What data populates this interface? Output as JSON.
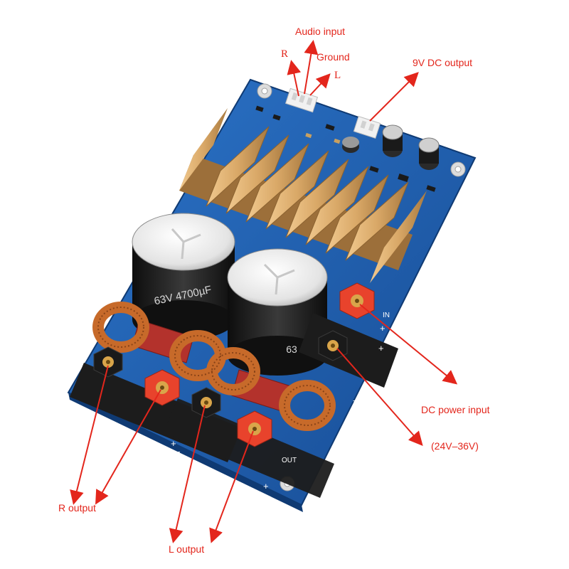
{
  "colors": {
    "annotation": "#e3261c",
    "pcb": "#1f5fb3",
    "heatsink": "#d9a867",
    "capacitor": "#1c1c1c",
    "terminal_red": "#e8432c",
    "terminal_black": "#1a1a1a",
    "coil_copper": "#c76a2a"
  },
  "labels": {
    "audio_input": "Audio input",
    "r_input": "R",
    "ground": "Ground",
    "l_input": "L",
    "dc_output_9v": "9V DC output",
    "dc_power_input": "DC power input",
    "voltage_range": "(24V–36V)",
    "r_output": "R output",
    "l_output": "L output"
  },
  "board_markings": {
    "cap_rating": "63V 4700µF",
    "cap_rating_short": "63",
    "out_label": "OUT",
    "in_label": "IN",
    "plus": "+",
    "minus": "−"
  },
  "icons": [
    "arrow-icon"
  ]
}
